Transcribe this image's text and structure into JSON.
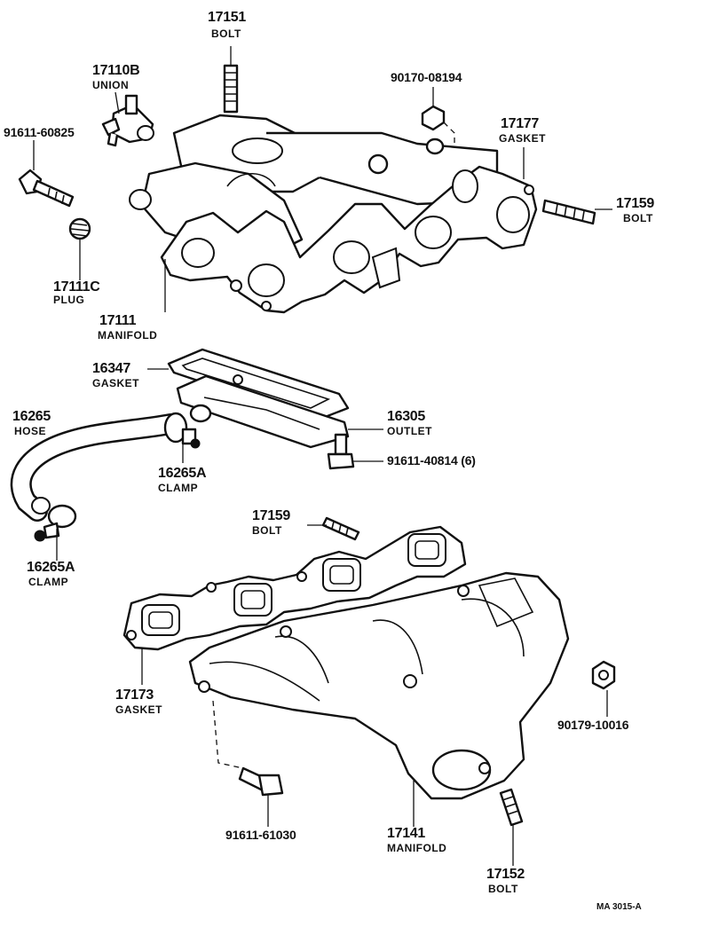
{
  "parts": [
    {
      "number": "17151",
      "name": "BOLT"
    },
    {
      "number": "17110B",
      "name": "UNION"
    },
    {
      "number": "90170-08194"
    },
    {
      "number": "91611-60825"
    },
    {
      "number": "17177",
      "name": "GASKET"
    },
    {
      "number": "17159",
      "name": "BOLT"
    },
    {
      "number": "17111C",
      "name": "PLUG"
    },
    {
      "number": "17111",
      "name": "MANIFOLD"
    },
    {
      "number": "16347",
      "name": "GASKET"
    },
    {
      "number": "16265",
      "name": "HOSE"
    },
    {
      "number": "16305",
      "name": "OUTLET"
    },
    {
      "number": "16265A",
      "name": "CLAMP"
    },
    {
      "number": "91611-40814 (6)"
    },
    {
      "number": "17159",
      "name": "BOLT"
    },
    {
      "number": "16265A",
      "name": "CLAMP"
    },
    {
      "number": "17173",
      "name": "GASKET"
    },
    {
      "number": "90179-10016"
    },
    {
      "number": "91611-61030"
    },
    {
      "number": "17141",
      "name": "MANIFOLD"
    },
    {
      "number": "17152",
      "name": "BOLT"
    }
  ],
  "footer_code": "MA 3015-A"
}
